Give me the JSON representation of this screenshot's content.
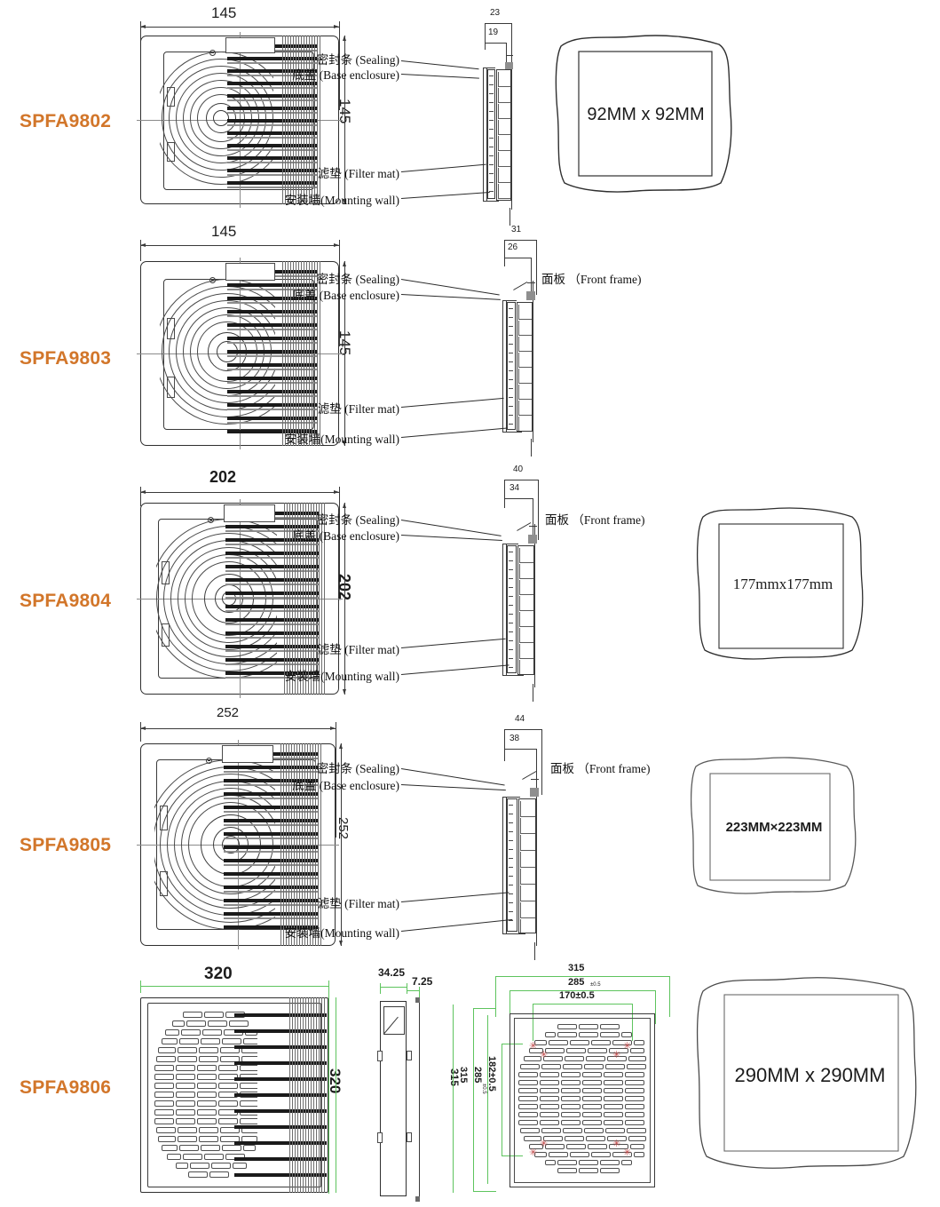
{
  "sheet": {
    "title": "Fan filter unit dimension drawings",
    "accent_color": "#d2762a",
    "dim_color": "#5ec45e"
  },
  "callout_labels": {
    "sealing": "密封条 (Sealing)",
    "base_enclosure": "底盖 (Base enclosure)",
    "front_frame": "面板 （Front frame)",
    "filter_mat": "滤垫 (Filter mat)",
    "mounting_wall": "安装墙(Mounting wall)"
  },
  "rows": [
    {
      "model": "SPFA9802",
      "front_view": {
        "width_dim": "145",
        "height_dim": "145"
      },
      "section_view": {
        "outer_dim": "23",
        "inner_dim": "19",
        "show_front_frame_label": false
      },
      "cutout": {
        "text": "92MM x 92MM",
        "font": "sans",
        "size": 20
      }
    },
    {
      "model": "SPFA9803",
      "front_view": {
        "width_dim": "145",
        "height_dim": "145"
      },
      "section_view": {
        "outer_dim": "31",
        "inner_dim": "26",
        "show_front_frame_label": true
      },
      "cutout": null
    },
    {
      "model": "SPFA9804",
      "front_view": {
        "width_dim": "202",
        "height_dim": "202"
      },
      "section_view": {
        "outer_dim": "40",
        "inner_dim": "34",
        "show_front_frame_label": true
      },
      "cutout": {
        "text": "177mmx177mm",
        "font": "serif",
        "size": 17
      }
    },
    {
      "model": "SPFA9805",
      "front_view": {
        "width_dim": "252",
        "height_dim": "252"
      },
      "section_view": {
        "outer_dim": "44",
        "inner_dim": "38",
        "show_front_frame_label": true
      },
      "cutout": {
        "text": "223MM×223MM",
        "font": "sans",
        "size": 15
      }
    },
    {
      "model": "SPFA9806",
      "front_view": {
        "width_dim": "320",
        "height_dim": "320"
      },
      "side_view": {
        "depth_dim": "34.25",
        "flange_dim": "7.25",
        "height_dim": "315"
      },
      "plate_view": {
        "width_dim": "315",
        "width_dim2": "285",
        "width_dim2_sub": "±0.5",
        "width_dim3": "170±0.5",
        "height_dim": "315",
        "height_dim2": "285",
        "height_dim2_sub": "±0.5",
        "height_dim3": "182±0.5"
      },
      "cutout": {
        "text": "290MM x 290MM",
        "font": "sans",
        "size": 22
      }
    }
  ]
}
